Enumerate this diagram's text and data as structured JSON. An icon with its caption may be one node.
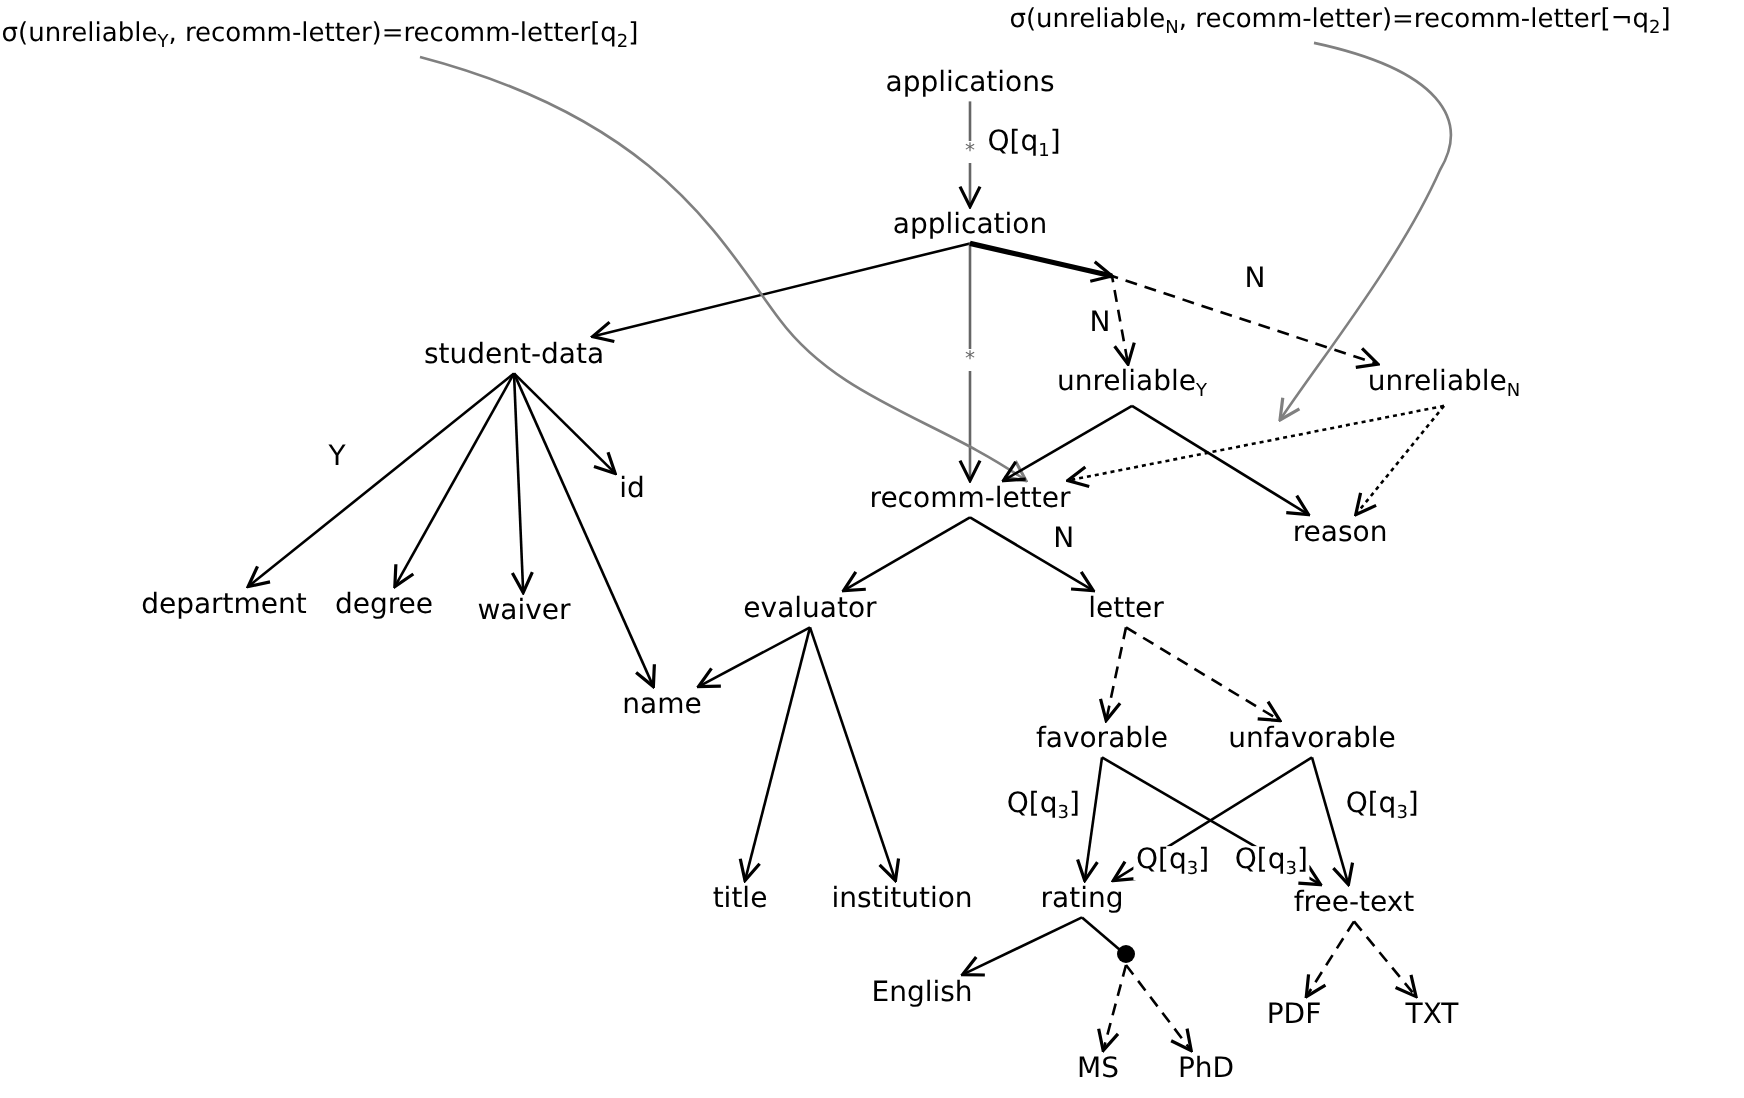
{
  "diagram": {
    "nodes": [
      {
        "text": [
          "σ(unreliable$_{Y}$, recomm-letter)=recomm-letter[q$_{2}$]"
        ]
      },
      {
        "text": [
          "σ(unreliable$_{N}$, recomm-letter)=recomm-letter[¬q$_{2}$]"
        ]
      },
      {
        "text": [
          "applications"
        ]
      },
      {
        "text": [
          "application"
        ]
      },
      {
        "text": [
          "student-data"
        ]
      },
      {
        "text": [
          "unreliable$_{Y}$"
        ]
      },
      {
        "text": [
          "unreliable$_{N}$"
        ]
      },
      {
        "text": [
          "id"
        ]
      },
      {
        "text": [
          "recomm-letter"
        ]
      },
      {
        "text": [
          "reason"
        ]
      },
      {
        "text": [
          "department"
        ]
      },
      {
        "text": [
          "degree"
        ]
      },
      {
        "text": [
          "waiver"
        ]
      },
      {
        "text": [
          "evaluator"
        ]
      },
      {
        "text": [
          "letter"
        ]
      },
      {
        "text": [
          "name"
        ]
      },
      {
        "text": [
          "favorable"
        ]
      },
      {
        "text": [
          "unfavorable"
        ]
      },
      {
        "text": [
          "title"
        ]
      },
      {
        "text": [
          "institution"
        ]
      },
      {
        "text": [
          "rating"
        ]
      },
      {
        "text": [
          "free-text"
        ]
      },
      {
        "text": [
          "English"
        ]
      },
      {
        "text": [
          "PDF"
        ]
      },
      {
        "text": [
          "TXT"
        ]
      },
      {
        "text": [
          "MS"
        ]
      },
      {
        "text": [
          "PhD"
        ]
      },
      {
        "text": [],
        "shape": "circle"
      }
    ],
    "edges": [
      {
        "from": 2,
        "to": 3,
        "arrow": "to",
        "label": "Q[q$_{1}$]",
        "color": "#666666"
      },
      {
        "from": 3,
        "to": 4,
        "arrow": "to"
      },
      {
        "from": 3,
        "to": 8,
        "arrow": "to",
        "color": "#666666"
      },
      {
        "from": 3,
        "to": 5,
        "arrow": "to",
        "style": "dashed",
        "label": "N"
      },
      {
        "from": 3,
        "to": 6,
        "arrow": "to",
        "style": "dashed",
        "label": "N"
      },
      {
        "from": 0,
        "to": 8,
        "arrow": "to",
        "color": "#808080"
      },
      {
        "from": 1,
        "to": null,
        "arrow": "to",
        "color": "#808080"
      },
      {
        "from": 4,
        "to": 10,
        "arrow": "to",
        "label": "Y"
      },
      {
        "from": 4,
        "to": 11,
        "arrow": "to"
      },
      {
        "from": 4,
        "to": 12,
        "arrow": "to"
      },
      {
        "from": 4,
        "to": 7,
        "arrow": "to"
      },
      {
        "from": 4,
        "to": 15,
        "arrow": "to"
      },
      {
        "from": 5,
        "to": 8,
        "arrow": "to"
      },
      {
        "from": 5,
        "to": 9,
        "arrow": "to"
      },
      {
        "from": 6,
        "to": 8,
        "arrow": "to",
        "style": "dashed"
      },
      {
        "from": 6,
        "to": 9,
        "arrow": "to",
        "style": "dashed"
      },
      {
        "from": 8,
        "to": 13,
        "arrow": "to"
      },
      {
        "from": 8,
        "to": 14,
        "arrow": "to",
        "label": "N"
      },
      {
        "from": 13,
        "to": 15,
        "arrow": "to"
      },
      {
        "from": 13,
        "to": 18,
        "arrow": "to"
      },
      {
        "from": 13,
        "to": 19,
        "arrow": "to"
      },
      {
        "from": 14,
        "to": 16,
        "arrow": "to",
        "style": "dashed"
      },
      {
        "from": 14,
        "to": 17,
        "arrow": "to",
        "style": "dashed"
      },
      {
        "from": 16,
        "to": 20,
        "arrow": "to",
        "label": "Q[q$_{3}$]"
      },
      {
        "from": 16,
        "to": 21,
        "arrow": "to",
        "label": "Q[q$_{3}$]"
      },
      {
        "from": 17,
        "to": 20,
        "arrow": "to",
        "label": "Q[q$_{3}$]"
      },
      {
        "from": 17,
        "to": 21,
        "arrow": "to",
        "label": "Q[q$_{3}$]"
      },
      {
        "from": 20,
        "to": 22,
        "arrow": "to"
      },
      {
        "from": 20,
        "to": 27,
        "arrow": "none"
      },
      {
        "from": 27,
        "to": 25,
        "arrow": "to",
        "style": "dashed"
      },
      {
        "from": 27,
        "to": 26,
        "arrow": "to",
        "style": "dashed"
      },
      {
        "from": 21,
        "to": 23,
        "arrow": "to",
        "style": "dashed"
      },
      {
        "from": 21,
        "to": 24,
        "arrow": "to",
        "style": "dashed"
      }
    ],
    "labels": [
      "*",
      "*"
    ]
  }
}
